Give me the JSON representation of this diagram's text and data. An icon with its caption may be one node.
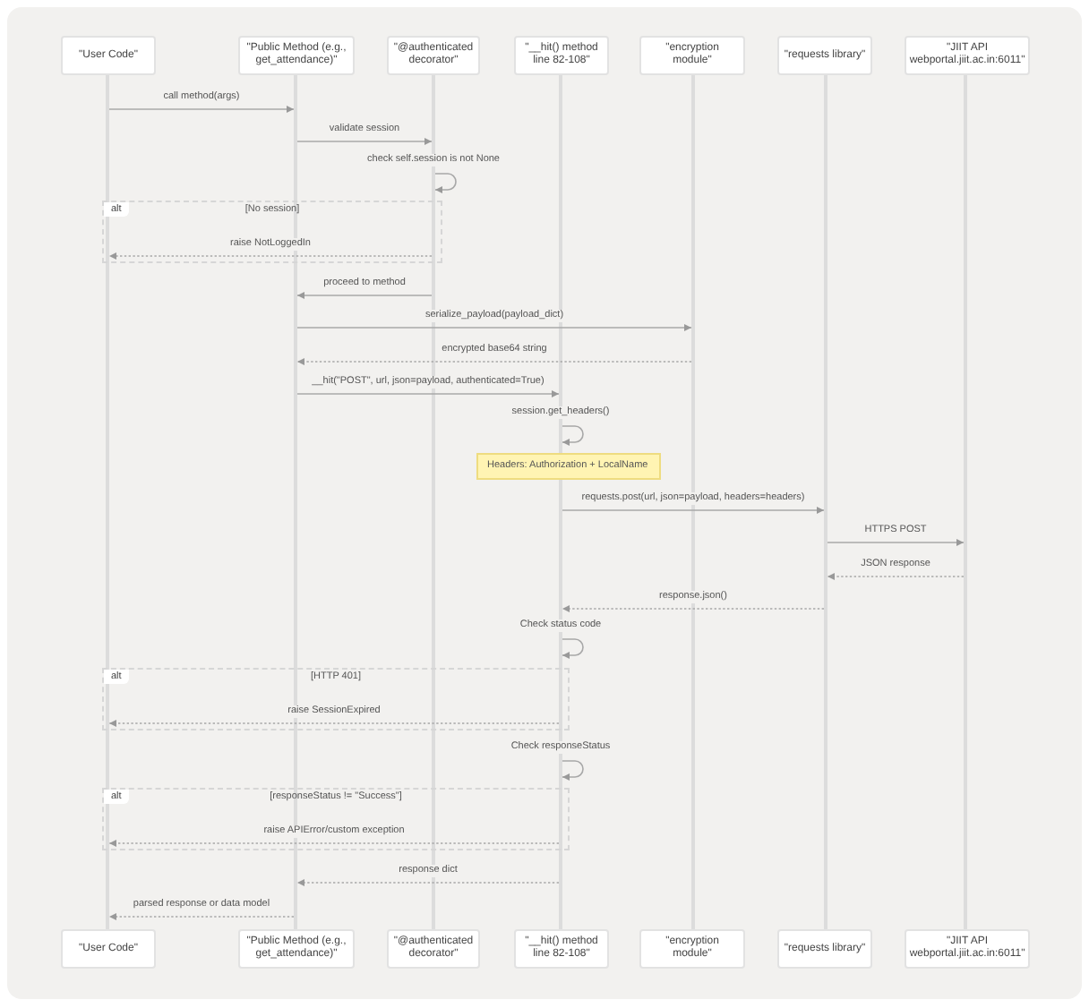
{
  "diagram": {
    "nodes": [
      {
        "text": [
          "\"User Code\""
        ]
      },
      {
        "text": [
          "\"Public Method (e.g., get_attendance)\""
        ]
      },
      {
        "text": [
          "\"@authenticated decorator\""
        ]
      },
      {
        "text": [
          "\"__hit() method line 82-108\""
        ]
      },
      {
        "text": [
          "\"encryption module\""
        ]
      },
      {
        "text": [
          "\"requests library\""
        ]
      },
      {
        "text": [
          "\"JIIT API webportal.jiit.ac.in:6011\""
        ]
      },
      {
        "text": [],
        "shape": "bar"
      },
      {
        "text": [],
        "shape": "bar"
      },
      {
        "text": [],
        "shape": "bar"
      },
      {
        "text": [],
        "shape": "bar"
      },
      {
        "text": [],
        "shape": "bar"
      },
      {
        "text": [],
        "shape": "bar"
      },
      {
        "text": [],
        "shape": "bar"
      },
      {
        "text": [
          "Headers: Authorization + LocalName"
        ]
      },
      {
        "text": [
          "\"User Code\""
        ]
      },
      {
        "text": [
          "\"Public Method (e.g., get_attendance)\""
        ]
      },
      {
        "text": [
          "\"@authenticated decorator\""
        ]
      },
      {
        "text": [
          "\"__hit() method line 82-108\""
        ]
      },
      {
        "text": [
          "\"encryption module\""
        ]
      },
      {
        "text": [
          "\"requests library\""
        ]
      },
      {
        "text": [
          "\"JIIT API webportal.jiit.ac.in:6011\""
        ]
      }
    ],
    "labels": [
      "alt",
      "[No session]",
      "alt",
      "[HTTP 401]",
      "alt",
      "[responseStatus != \"Success\"]"
    ],
    "edges": [
      {
        "from": 7,
        "to": 8,
        "arrow": "to",
        "label": "call method(args)"
      },
      {
        "from": 8,
        "to": 9,
        "arrow": "to",
        "label": "validate session"
      },
      {
        "from": 9,
        "to": 9,
        "arrow": "to",
        "label": "check self.session is not None"
      },
      {
        "from": 9,
        "to": 7,
        "arrow": "to",
        "label": "raise NotLoggedIn",
        "style": "dashed"
      },
      {
        "from": 9,
        "to": 8,
        "arrow": "to",
        "label": "proceed to method"
      },
      {
        "from": 8,
        "to": 11,
        "arrow": "to",
        "label": "serialize_payload(payload_dict)"
      },
      {
        "from": 11,
        "to": 8,
        "arrow": "to",
        "label": "encrypted base64 string",
        "style": "dashed"
      },
      {
        "from": 8,
        "to": 10,
        "arrow": "to",
        "label": "__hit(\"POST\", url, json=payload, authenticated=True)"
      },
      {
        "from": 10,
        "to": 10,
        "arrow": "to",
        "label": "session.get_headers()"
      },
      {
        "from": 10,
        "to": 12,
        "arrow": "to",
        "label": "requests.post(url, json=payload, headers=headers)"
      },
      {
        "from": 12,
        "to": 13,
        "arrow": "to",
        "label": "HTTPS POST"
      },
      {
        "from": 13,
        "to": 12,
        "arrow": "to",
        "label": "JSON response",
        "style": "dashed"
      },
      {
        "from": 12,
        "to": 10,
        "arrow": "to",
        "label": "response.json()",
        "style": "dashed"
      },
      {
        "from": 10,
        "to": 10,
        "arrow": "to",
        "label": "Check status code"
      },
      {
        "from": 10,
        "to": 7,
        "arrow": "to",
        "label": "raise SessionExpired",
        "style": "dashed"
      },
      {
        "from": 10,
        "to": 10,
        "arrow": "to",
        "label": "Check responseStatus"
      },
      {
        "from": 10,
        "to": 7,
        "arrow": "to",
        "label": "raise APIError/custom exception",
        "style": "dashed"
      },
      {
        "from": 10,
        "to": 8,
        "arrow": "to",
        "label": "response dict",
        "style": "dashed"
      },
      {
        "from": 8,
        "to": 7,
        "arrow": "to",
        "label": "parsed response or data model",
        "style": "dashed"
      }
    ]
  }
}
